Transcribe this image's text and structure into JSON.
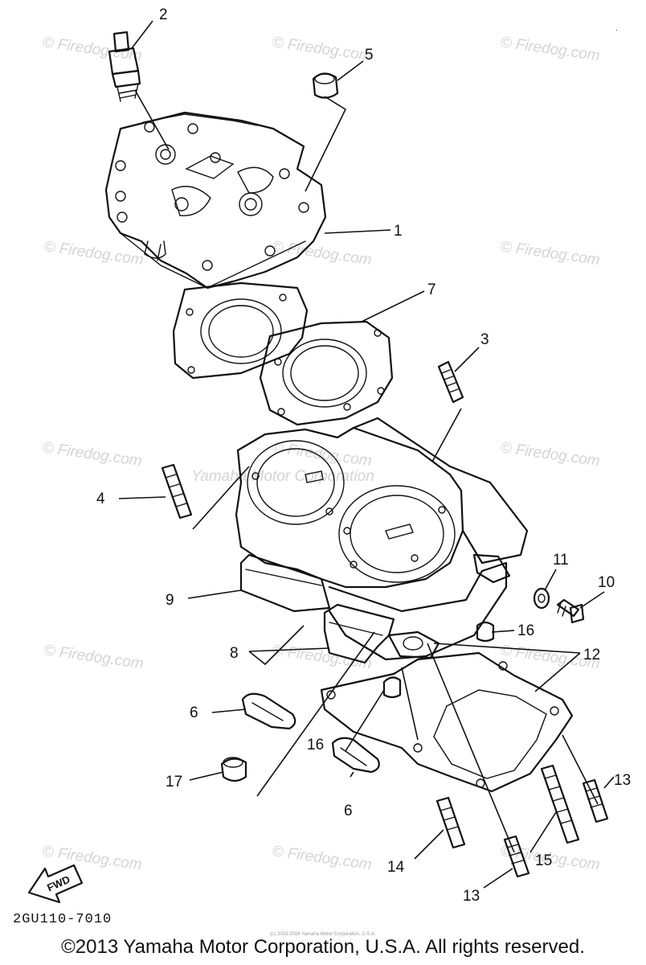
{
  "watermark_text": "© Firedog.com",
  "center_watermark": "Yamaha Motor Corporation",
  "callouts": [
    "1",
    "2",
    "3",
    "4",
    "5",
    "6",
    "6",
    "7",
    "8",
    "9",
    "10",
    "11",
    "12",
    "13",
    "13",
    "14",
    "15",
    "16",
    "16",
    "17"
  ],
  "fwd_label": "FWD",
  "diagram_code": "2GU110-7010",
  "small_credit": "(c) 2003-2016 Yamaha Motor Corporation, U.S.A.",
  "copyright": "©2013 Yamaha Motor Corporation, U.S.A. All rights reserved.",
  "corner_mark": "."
}
